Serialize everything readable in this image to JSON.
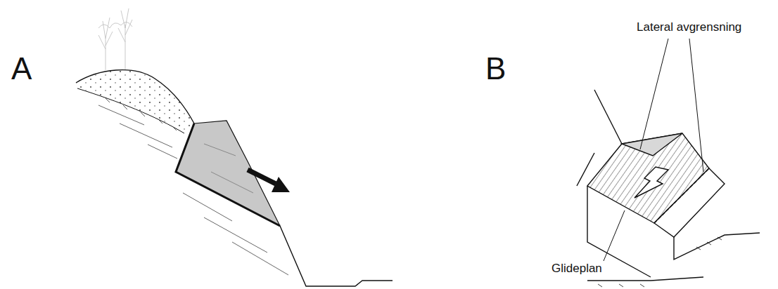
{
  "diagram": {
    "labels": [
      "A",
      "B",
      "Lateral avgrensning",
      "Glideplan"
    ]
  }
}
